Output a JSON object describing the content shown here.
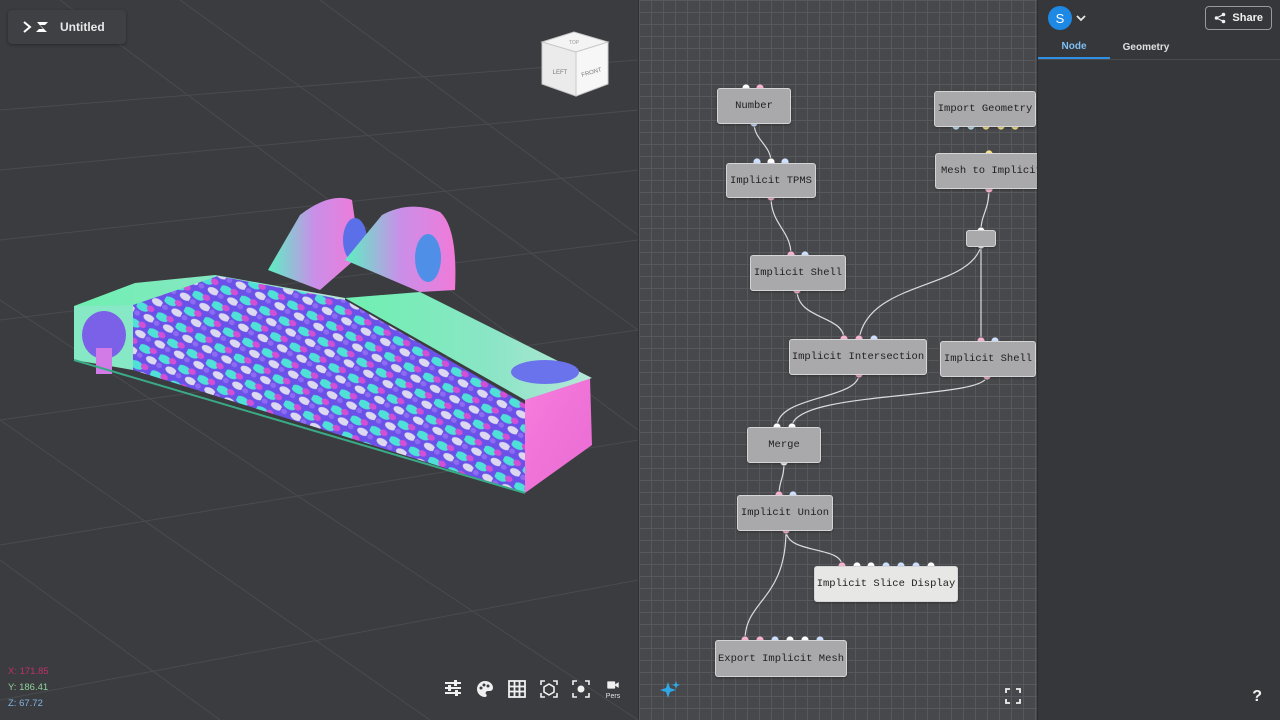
{
  "app": {
    "title": "Untitled"
  },
  "viewport": {
    "coords": {
      "x": "X: 171.85",
      "y": "Y: 186.41",
      "z": "Z: 67.72"
    },
    "viewcube": {
      "top": "TOP",
      "left": "LEFT",
      "front": "FRONT"
    },
    "toolbar": {
      "items": [
        {
          "icon": "sliders-icon"
        },
        {
          "icon": "palette-icon"
        },
        {
          "icon": "grid-icon"
        },
        {
          "icon": "frame-object-icon"
        },
        {
          "icon": "focus-icon"
        },
        {
          "icon": "camera-icon",
          "label": "Pers"
        }
      ]
    }
  },
  "graph": {
    "nodes": {
      "number": "Number",
      "import_geometry": "Import Geometry",
      "implicit_tpms": "Implicit TPMS",
      "mesh_to_implicit": "Mesh to Implicit",
      "implicit_shell_1": "Implicit Shell",
      "implicit_intersection": "Implicit Intersection",
      "implicit_shell_2": "Implicit Shell",
      "merge": "Merge",
      "implicit_union": "Implicit Union",
      "implicit_slice_display": "Implicit Slice Display",
      "export_implicit_mesh": "Export Implicit Mesh"
    },
    "port_colors": {
      "white": "#ffffff",
      "pink": "#f7b4cf",
      "blue": "#cfe0ff",
      "cyan": "#bfe8f5",
      "yellow": "#fde68a",
      "wire": "#d9d9db"
    }
  },
  "panel": {
    "avatar": "S",
    "share_label": "Share",
    "tabs": [
      "Node",
      "Geometry"
    ],
    "active_tab": "Node",
    "help": "?"
  }
}
